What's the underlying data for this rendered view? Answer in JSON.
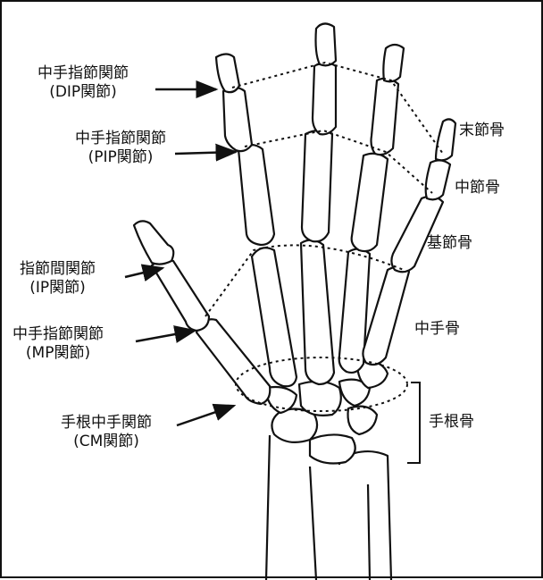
{
  "labels": {
    "dip": {
      "line1": "中手指節関節",
      "line2": "(DIP関節)"
    },
    "pip": {
      "line1": "中手指節関節",
      "line2": "(PIP関節)"
    },
    "ip": {
      "line1": "指節間関節",
      "line2": "(IP関節)"
    },
    "mp": {
      "line1": "中手指節関節",
      "line2": "(MP関節)"
    },
    "cm": {
      "line1": "手根中手関節",
      "line2": "(CM関節)"
    },
    "distal_phalanx": "末節骨",
    "middle_phalanx": "中節骨",
    "proximal_phalanx": "基節骨",
    "metacarpal": "中手骨",
    "carpal": "手根骨"
  },
  "colors": {
    "line": "#111111",
    "background": "#ffffff"
  }
}
